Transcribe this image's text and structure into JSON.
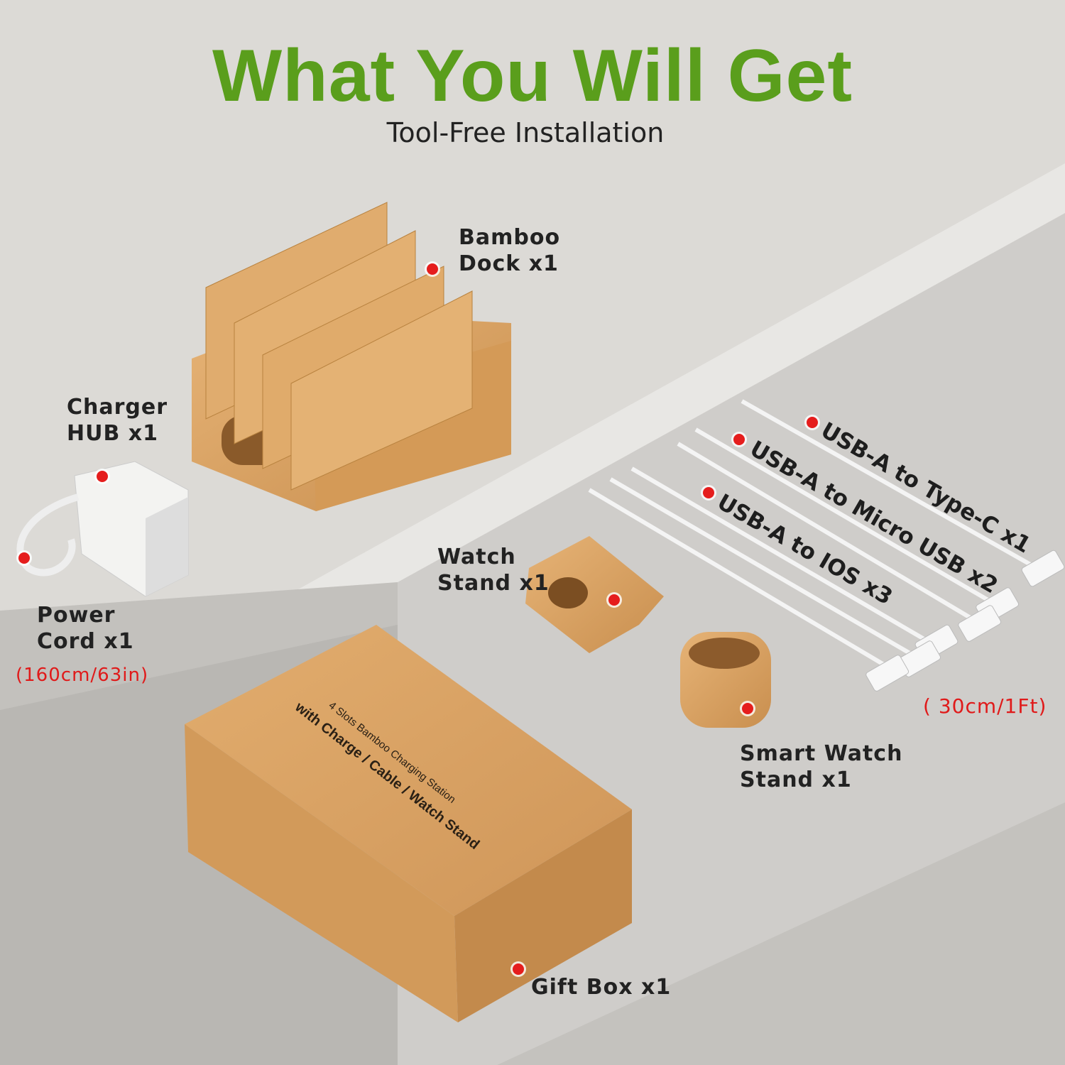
{
  "header": {
    "title": "What You Will Get",
    "subtitle": "Tool-Free Installation"
  },
  "items": {
    "bamboo_dock": {
      "line1": "Bamboo",
      "line2": "Dock x1"
    },
    "charger_hub": {
      "line1": "Charger",
      "line2": "HUB x1"
    },
    "power_cord": {
      "line1": "Power",
      "line2": "Cord x1",
      "length": "(160cm/63in)"
    },
    "watch_stand": {
      "line1": "Watch",
      "line2": "Stand x1"
    },
    "smart_watch_stand": {
      "line1": "Smart Watch",
      "line2": "Stand x1"
    },
    "gift_box": {
      "label": "Gift Box x1",
      "print_line1": "4 Slots Bamboo Charging Station",
      "print_line2": "with Charge / Cable / Watch Stand"
    },
    "cables": [
      {
        "label": "USB-A to Type-C x1"
      },
      {
        "label": "USB-A to Micro USB x2"
      },
      {
        "label": "USB-A to IOS  x3"
      }
    ],
    "cable_length": "( 30cm/1Ft)"
  },
  "colors": {
    "title": "#5a9e1c",
    "marker": "#e51d1d",
    "bamboo": "#d9a464",
    "box": "#d7a063"
  }
}
